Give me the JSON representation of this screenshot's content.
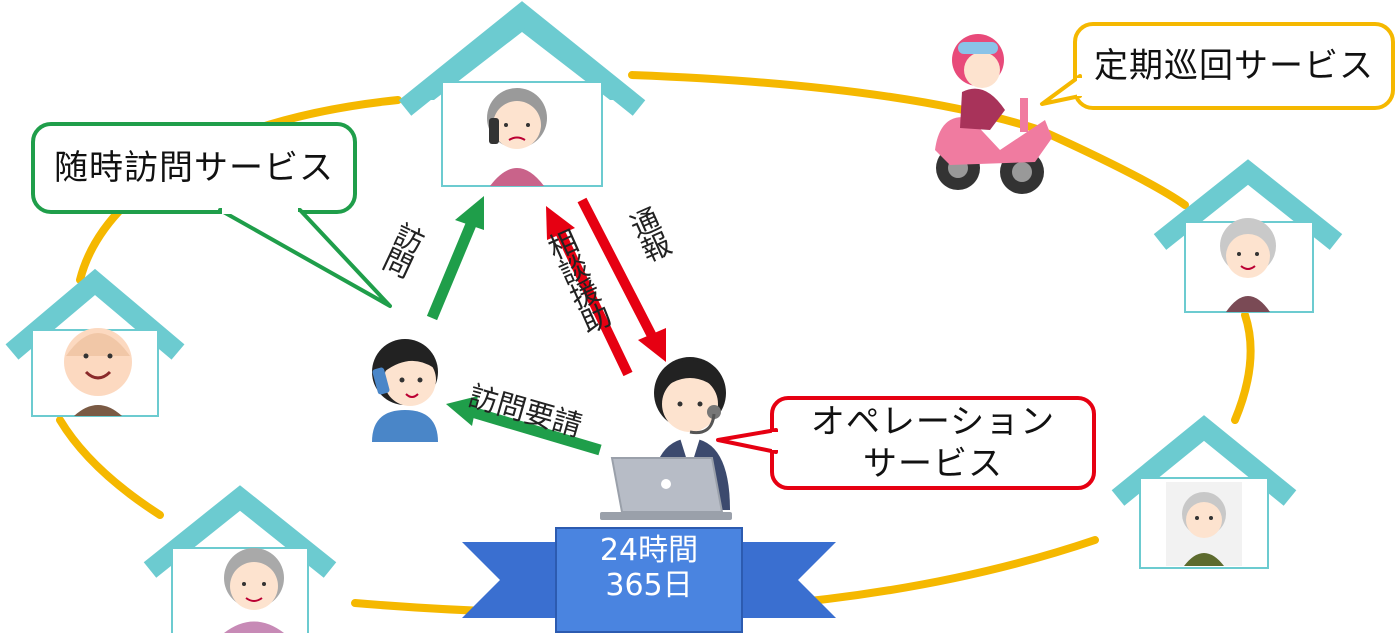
{
  "bubbles": {
    "periodic": "定期巡回サービス",
    "anytime": "随時訪問サービス",
    "operation_line1": "オペレーション",
    "operation_line2": "サービス"
  },
  "arrows": {
    "visit": "訪問",
    "consult": "相談援助",
    "report": "通報",
    "visit_request": "訪問要請"
  },
  "banner": {
    "line1": "24時間",
    "line2": "365日"
  },
  "colors": {
    "circle": "#f5b800",
    "house": "#6ccbd0",
    "green": "#1f9e4a",
    "red": "#e60012",
    "bubble_green": "#1f9e4a",
    "bubble_red": "#e60012",
    "bubble_yellow": "#f5b800",
    "banner": "#3a6fd0"
  },
  "icons": [
    "house-icon",
    "elderly-person-icon",
    "caregiver-icon",
    "operator-icon",
    "scooter-icon",
    "laptop-icon"
  ]
}
